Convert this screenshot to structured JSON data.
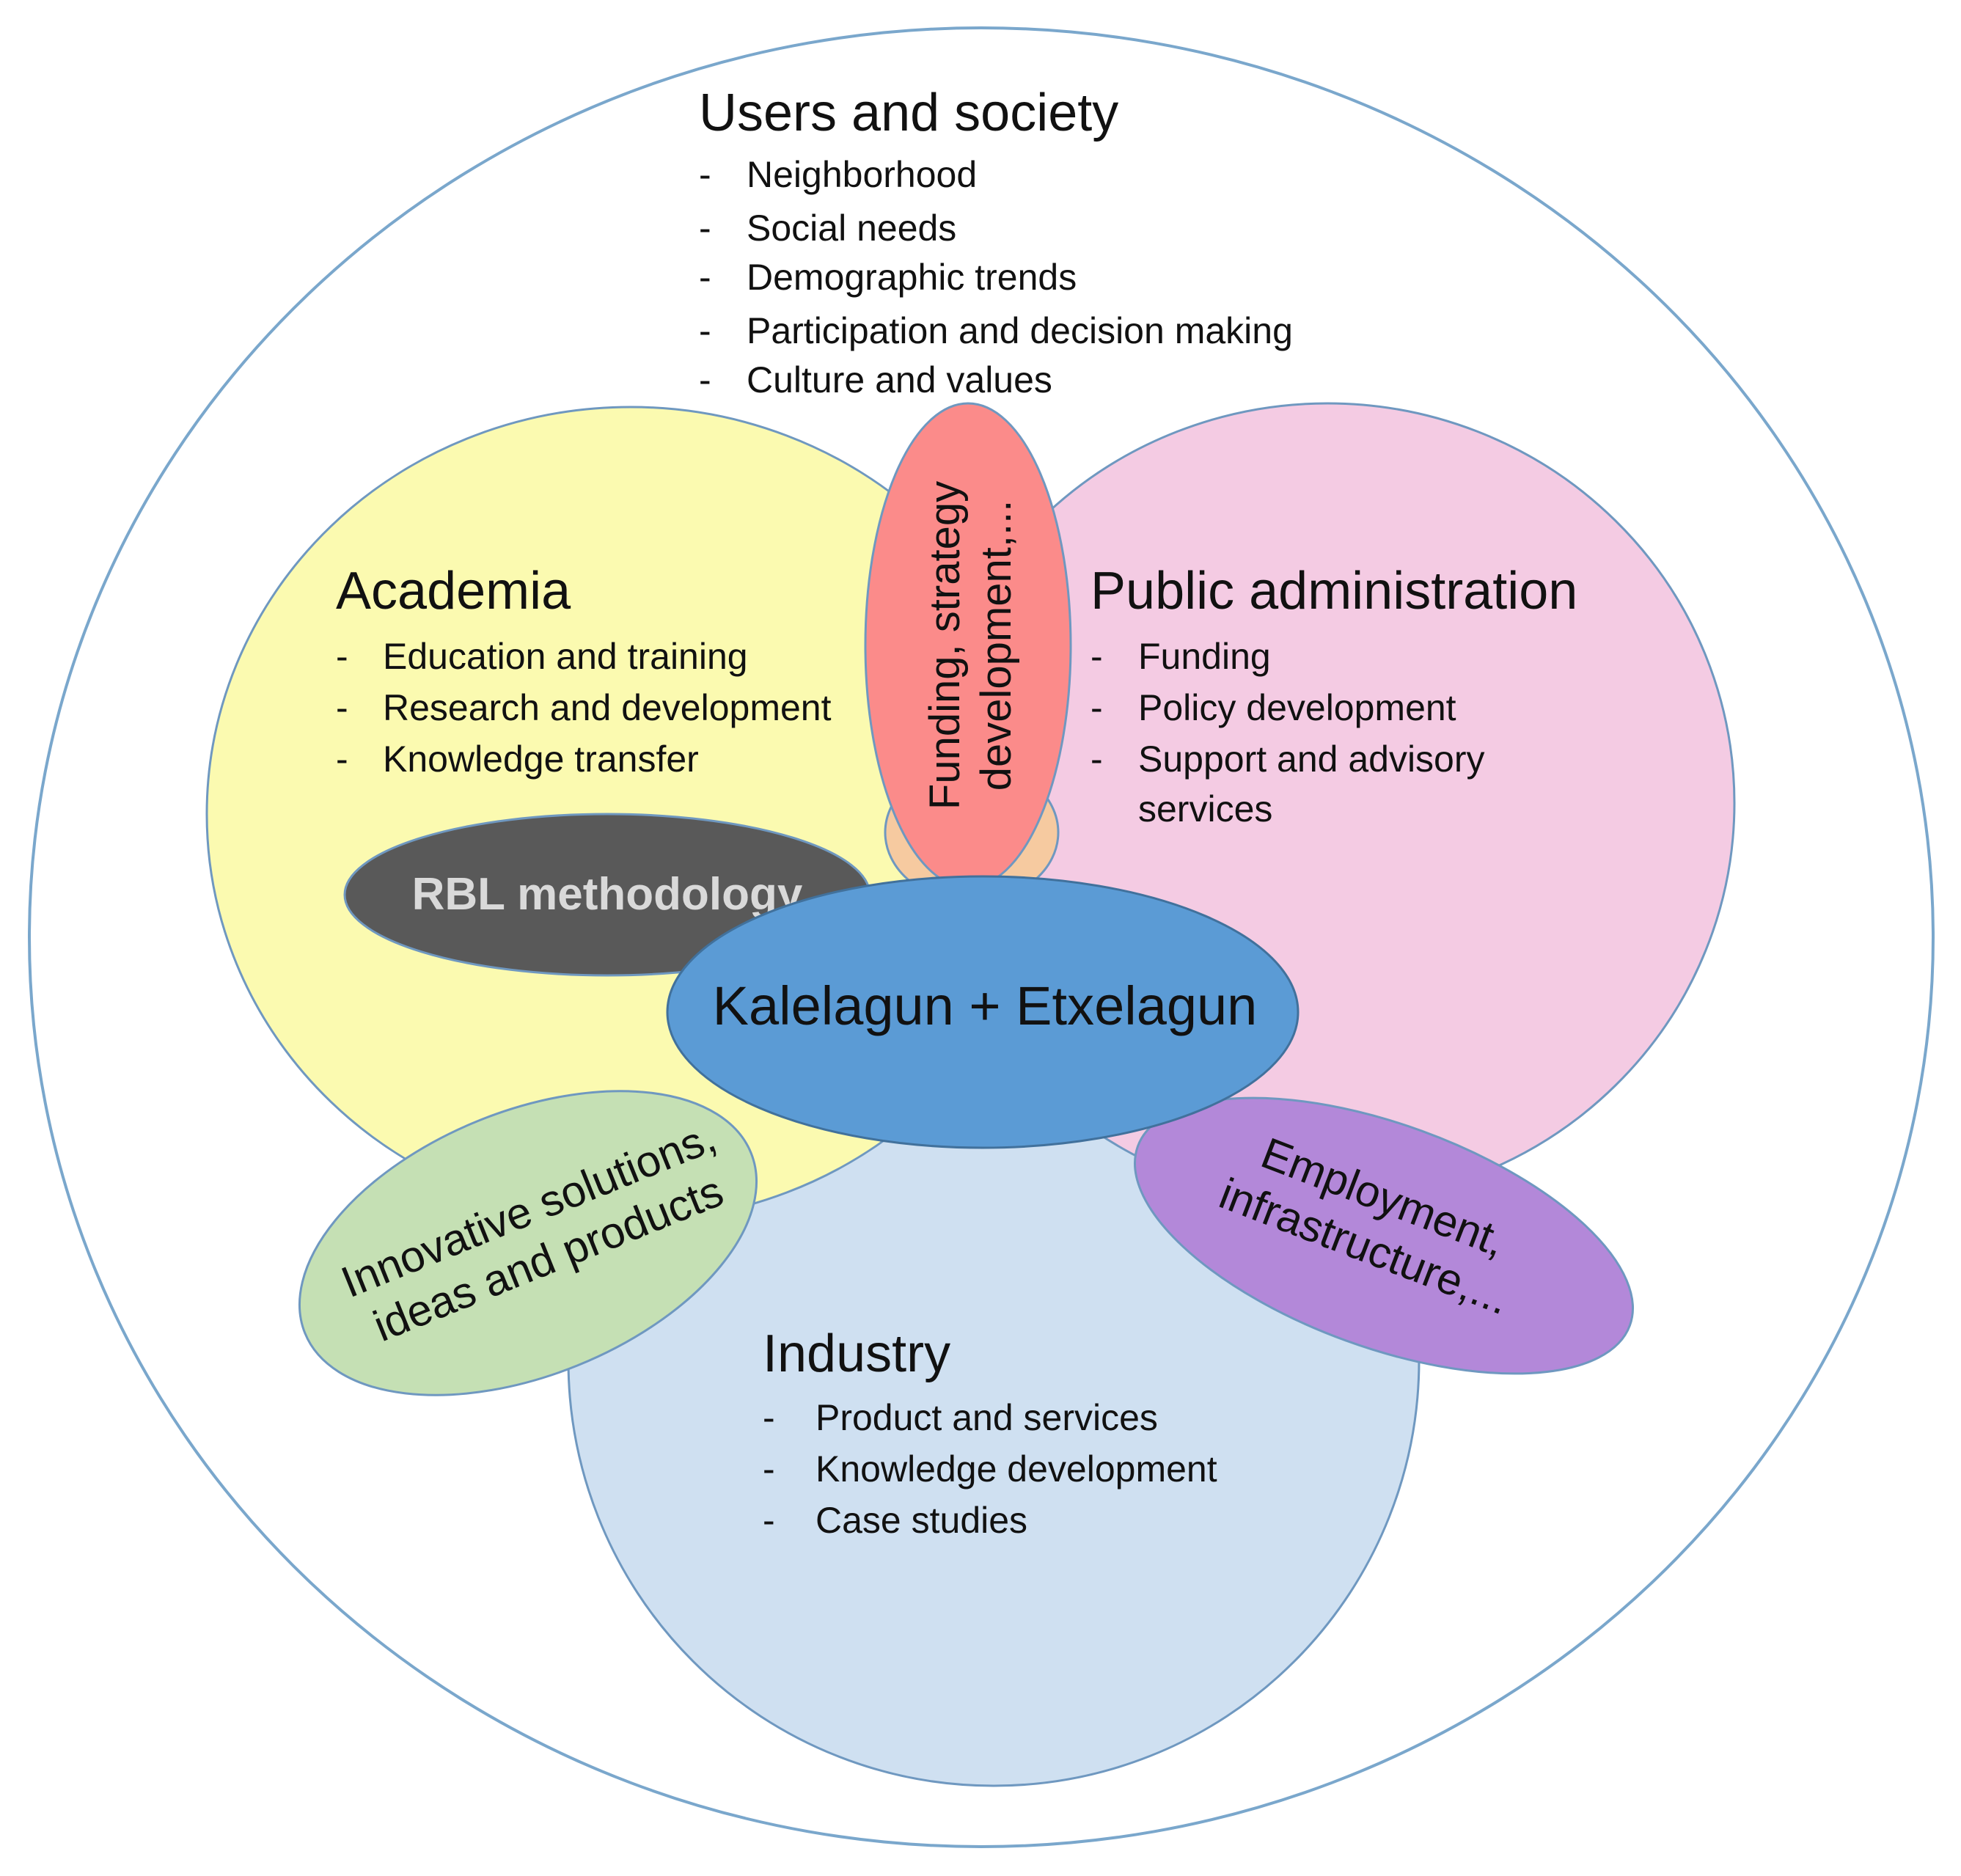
{
  "colors": {
    "outer_stroke": "#7aa7cc",
    "academia_fill": "#fbfab0",
    "public_admin_fill": "#f4cbe3",
    "industry_fill": "#cfe0f1",
    "funding_fill": "#fb8b8a",
    "core_fill": "#5b9bd5",
    "rbl_fill": "#595959",
    "rbl_text": "#d9d9d9",
    "innovative_fill": "#c5e0b4",
    "employment_fill": "#b388d9",
    "overlap_fill": "#f6caa0"
  },
  "users_society": {
    "title": "Users and society",
    "items": [
      "Neighborhood",
      "Social needs",
      "Demographic trends",
      "Participation and decision making",
      "Culture and values"
    ]
  },
  "academia": {
    "title": "Academia",
    "items": [
      "Education and training",
      "Research and development",
      "Knowledge transfer"
    ]
  },
  "public_admin": {
    "title": "Public administration",
    "items": [
      "Funding",
      "Policy development",
      "Support and advisory",
      "services"
    ]
  },
  "industry": {
    "title": "Industry",
    "items": [
      "Product and services",
      "Knowledge development",
      "Case studies"
    ]
  },
  "funding_strategy": {
    "line1": "Funding, strategy",
    "line2": "development,..."
  },
  "rbl": {
    "label": "RBL methodology"
  },
  "core": {
    "label": "Kalelagun + Etxelagun"
  },
  "innovative": {
    "line1": "Innovative solutions,",
    "line2": "ideas and products"
  },
  "employment": {
    "line1": "Employment,",
    "line2": "infrastructure,..."
  },
  "dash_symbol": "-"
}
